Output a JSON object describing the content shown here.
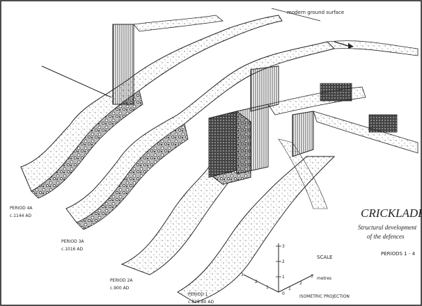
{
  "title": "CRICKLADE",
  "subtitle_line1": "Structural development",
  "subtitle_line2": "of the defences",
  "periods_range": "PERIODS 1 - 4",
  "modern_ground_label": "modern ground surface",
  "periods": [
    {
      "name": "PERIOD 4A",
      "date": "c.1144 AD"
    },
    {
      "name": "PERIOD 3A",
      "date": "c.1016 AD"
    },
    {
      "name": "PERIOD 2A",
      "date": "c.900 AD"
    },
    {
      "name": "PERIOD 1",
      "date": "c.879-80 AD"
    }
  ],
  "scale": {
    "label": "SCALE",
    "unit": "metres",
    "projection": "ISOMETRIC PROJECTION",
    "ticks_vertical": [
      "0",
      "1",
      "2",
      "3"
    ],
    "ticks_left": [
      "1",
      "2",
      "3"
    ],
    "ticks_right": [
      "1",
      "2",
      "3"
    ]
  },
  "colors": {
    "ink": "#222222",
    "paper": "#ffffff"
  }
}
